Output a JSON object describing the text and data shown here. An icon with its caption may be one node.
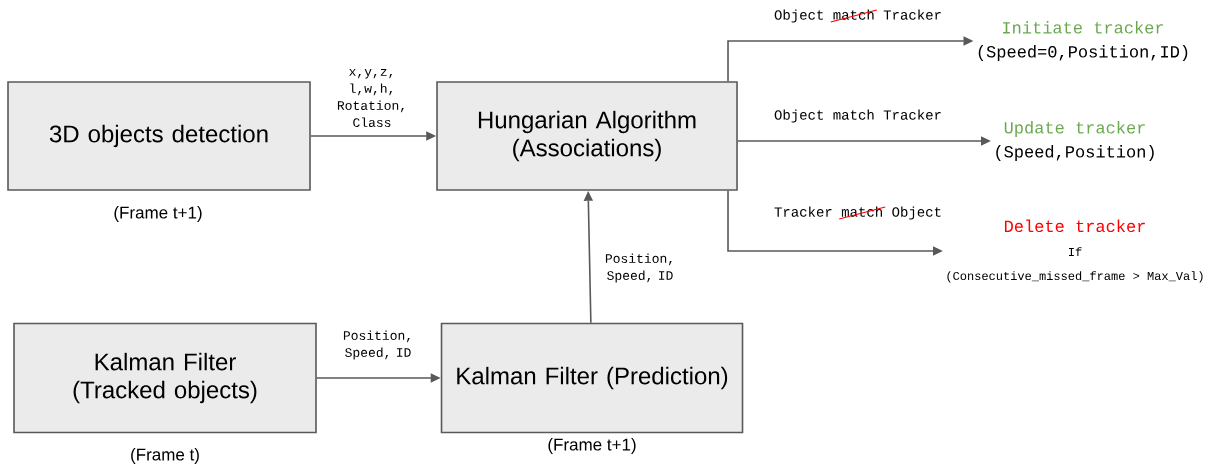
{
  "diagram": {
    "nodes": [
      {
        "text": [
          "3D objects detection"
        ],
        "beside": [
          "(Frame t+1)"
        ]
      },
      {
        "text": [
          "Hungarian Algorithm (Associations)"
        ]
      },
      {
        "text": [
          "Kalman Filter (Tracked objects)"
        ],
        "beside": [
          "(Frame t)"
        ]
      },
      {
        "text": [
          "Kalman Filter (Prediction)"
        ],
        "beside": [
          "(Frame t+1)"
        ]
      },
      {
        "text": [
          "Initiate tracker",
          "(Speed=0,Position,ID)"
        ]
      },
      {
        "text": [
          "Update tracker",
          "(Speed,Position)"
        ]
      },
      {
        "text": [
          "Delete tracker",
          "If",
          "(Consecutive_missed_frame > Max_Val)"
        ]
      }
    ],
    "edges": [
      {
        "from": 0,
        "to": 1,
        "arrow": "to",
        "label": "x,y,z, l,w,h, Rotation, Class"
      },
      {
        "from": 2,
        "to": 3,
        "arrow": "to",
        "label": "Position, Speed, ID"
      },
      {
        "from": 3,
        "to": 1,
        "arrow": "to",
        "label": "Position, Speed, ID"
      },
      {
        "from": 1,
        "to": 4,
        "arrow": "to",
        "label": "Object match Tracker"
      },
      {
        "from": 1,
        "to": 5,
        "arrow": "to",
        "label": "Object match Tracker"
      },
      {
        "from": 1,
        "to": 6,
        "arrow": "to",
        "label": "Tracker match Object"
      }
    ]
  }
}
